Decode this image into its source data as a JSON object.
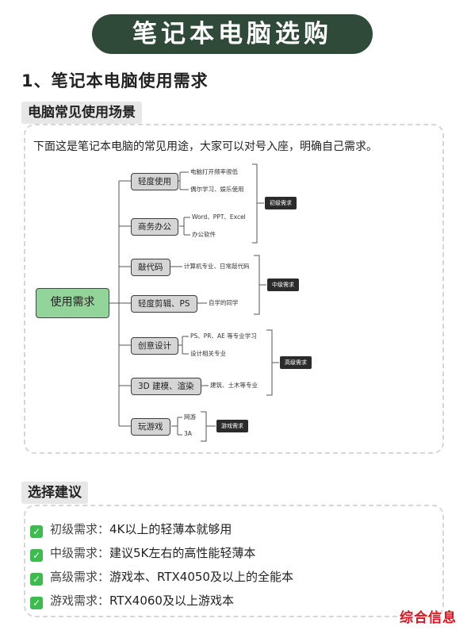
{
  "banner": {
    "title": "笔记本电脑选购"
  },
  "section1": {
    "heading": "1、笔记本电脑使用需求",
    "tag": "电脑常见使用场景",
    "intro": "下面这是笔记本电脑的常见用途，大家可以对号入座，明确自己需求。"
  },
  "mindmap": {
    "root": "使用需求",
    "nodes": [
      "轻度使用",
      "商务办公",
      "敲代码",
      "轻度剪辑、PS",
      "创意设计",
      "3D 建模、渲染",
      "玩游戏"
    ],
    "leaves": {
      "light_1": "电脑打开频率很低",
      "light_2": "偶尔学习、娱乐使用",
      "office_1": "Word、PPT、Excel",
      "office_2": "办公软件",
      "code_1": "计算机专业、日常敲代码",
      "edit_1": "自学的同学",
      "design_1": "PS、PR、AE 等专业学习",
      "design_2": "设计相关专业",
      "model_1": "建筑、土木等专业",
      "game_1": "网游",
      "game_2": "3A"
    },
    "categories": [
      "初级需求",
      "中级需求",
      "高级需求",
      "游戏需求"
    ]
  },
  "section2": {
    "tag": "选择建议",
    "items": [
      {
        "label": "初级需求：",
        "text": "4K以上的轻薄本就够用"
      },
      {
        "label": "中级需求：",
        "text": "建议5K左右的高性能轻薄本"
      },
      {
        "label": "高级需求：",
        "text": "游戏本、RTX4050及以上的全能本"
      },
      {
        "label": "游戏需求：",
        "text": "RTX4060及以上游戏本"
      }
    ]
  },
  "watermark": "综合信息",
  "colors": {
    "banner": "#2f4a38",
    "root_fill": "#93d49a",
    "node_fill": "#d5d5d5",
    "category_fill": "#2b2b2b",
    "check": "#3dbb4e",
    "watermark": "#e0141e"
  }
}
